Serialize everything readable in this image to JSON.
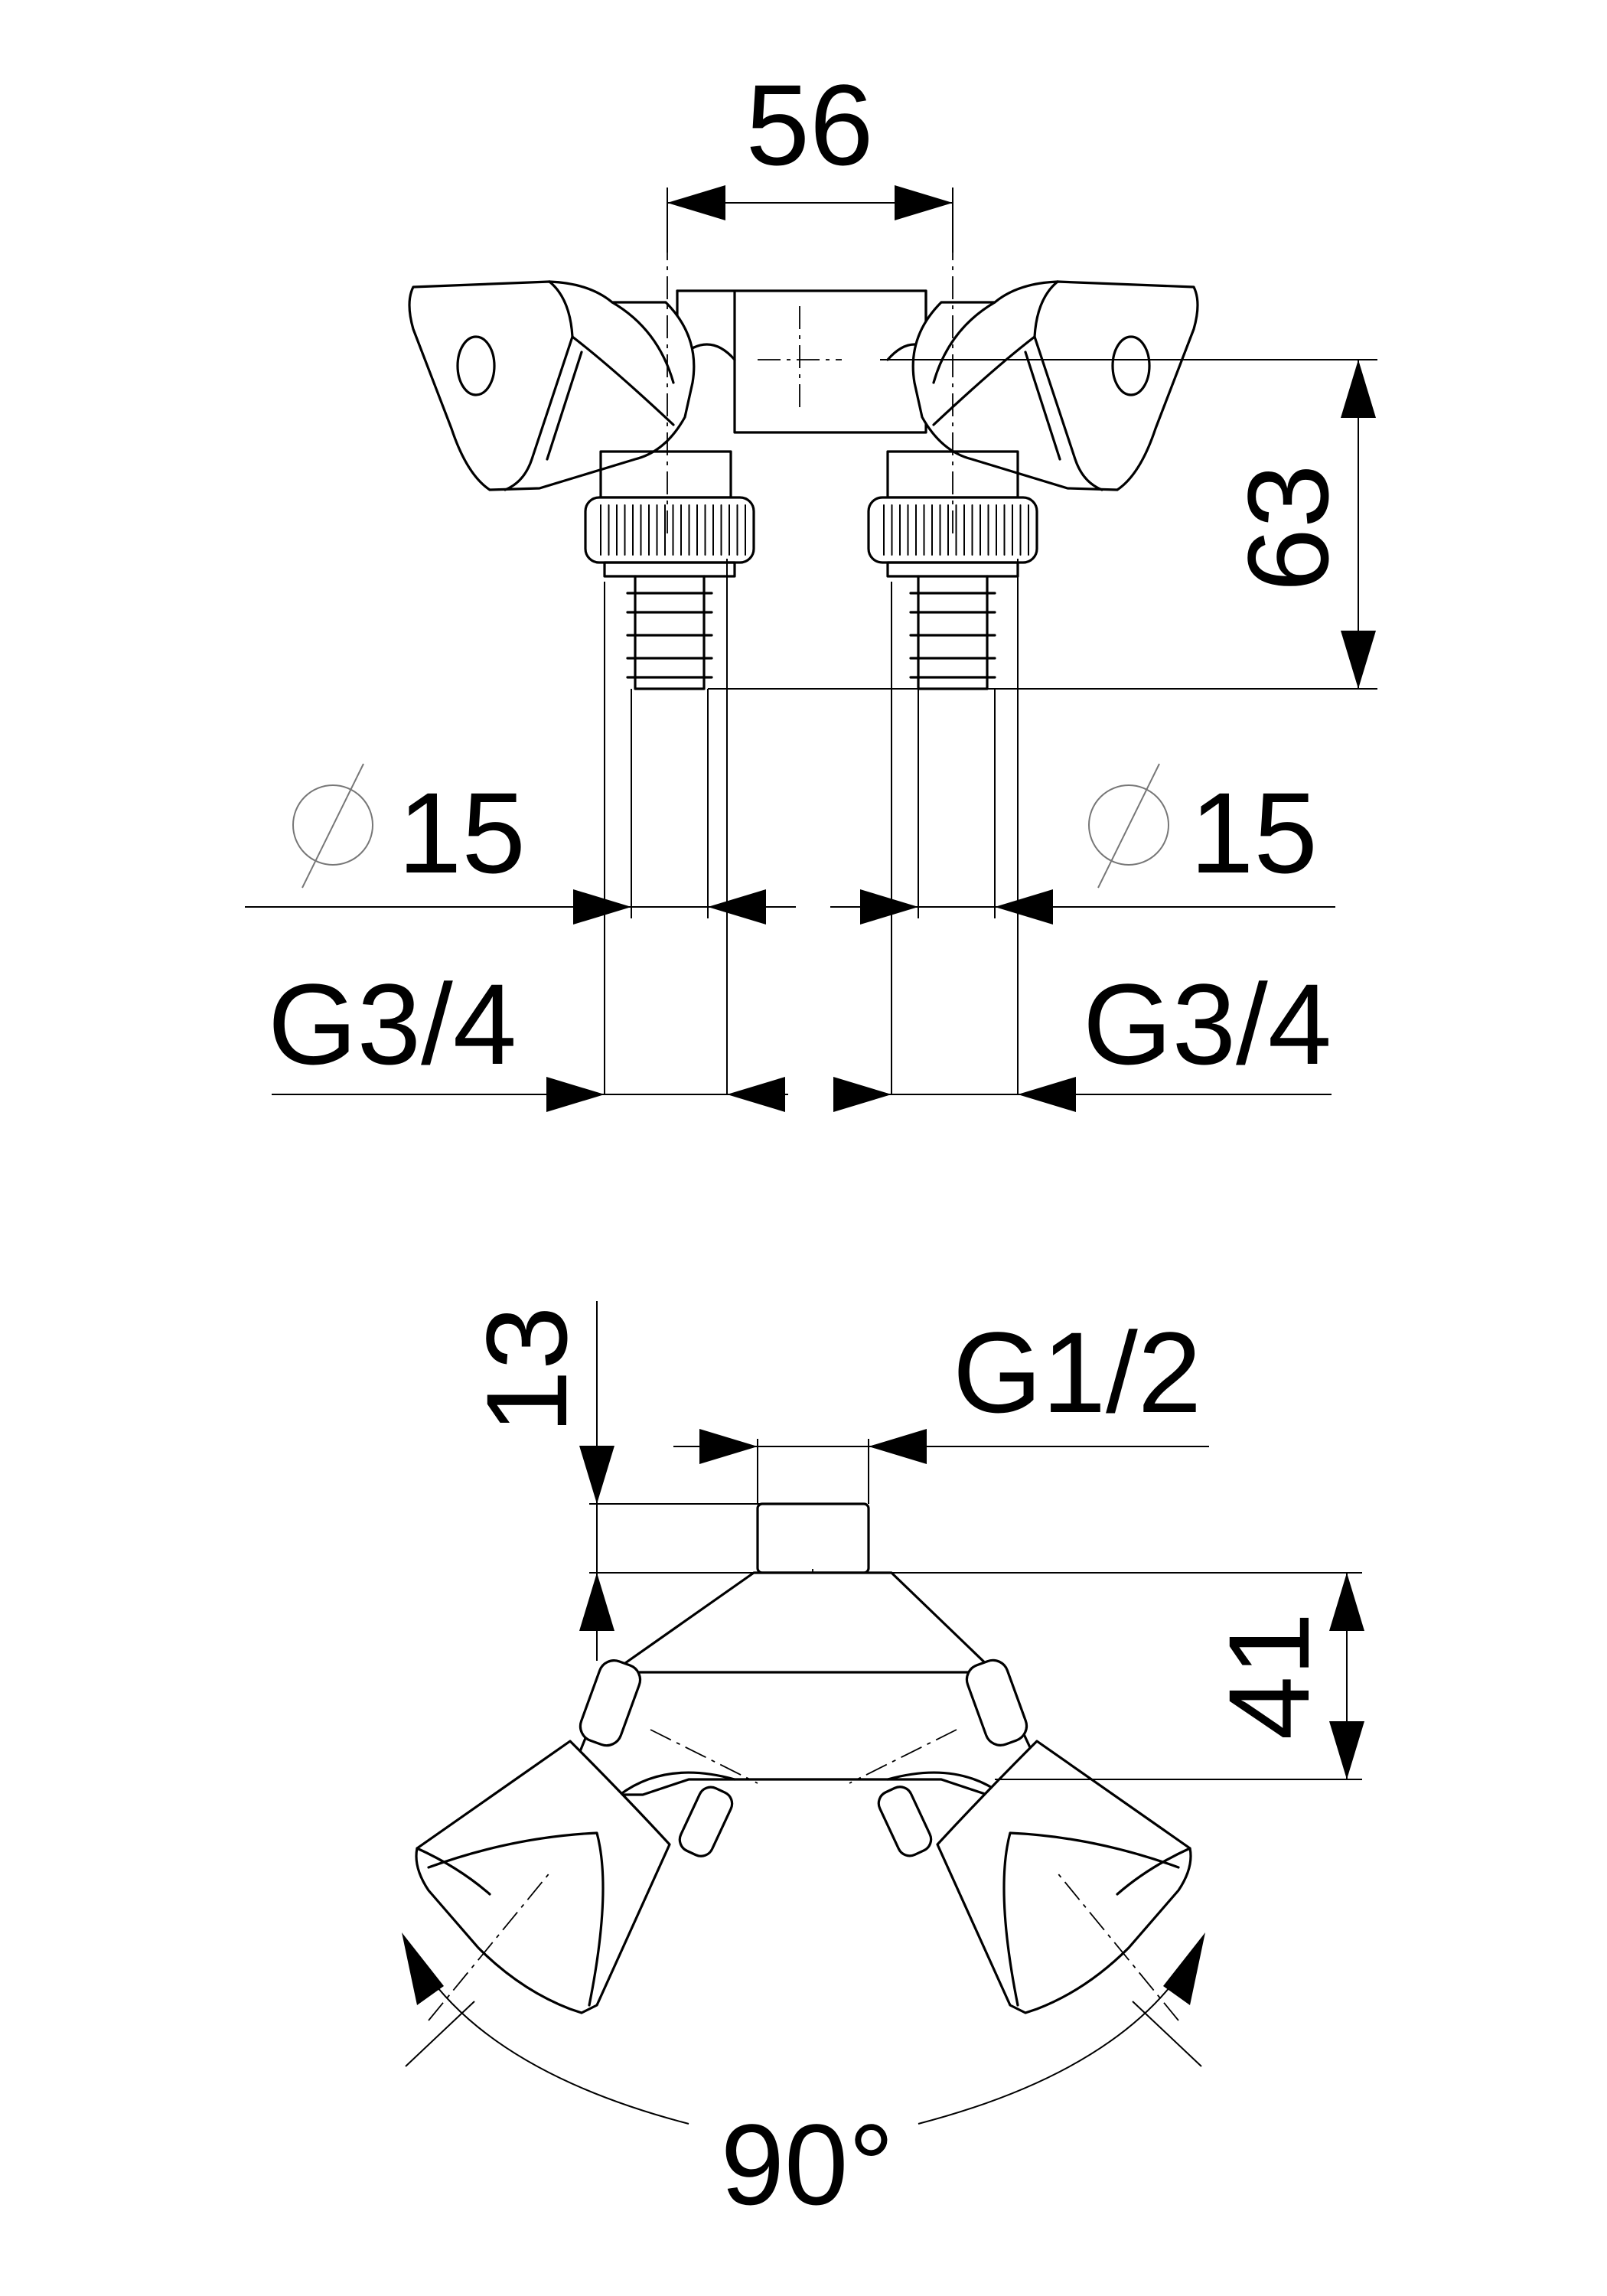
{
  "top_view": {
    "width_label": "56",
    "height_label": "63",
    "hose_left": {
      "diameter_symbol": "∅",
      "diameter_value": "15",
      "thread": "G3/4"
    },
    "hose_right": {
      "diameter_symbol": "∅",
      "diameter_value": "15",
      "thread": "G3/4"
    }
  },
  "bottom_view": {
    "inlet_offset_label": "13",
    "inlet_thread_label": "G1/2",
    "depth_label": "41",
    "angle_label": "90°"
  }
}
